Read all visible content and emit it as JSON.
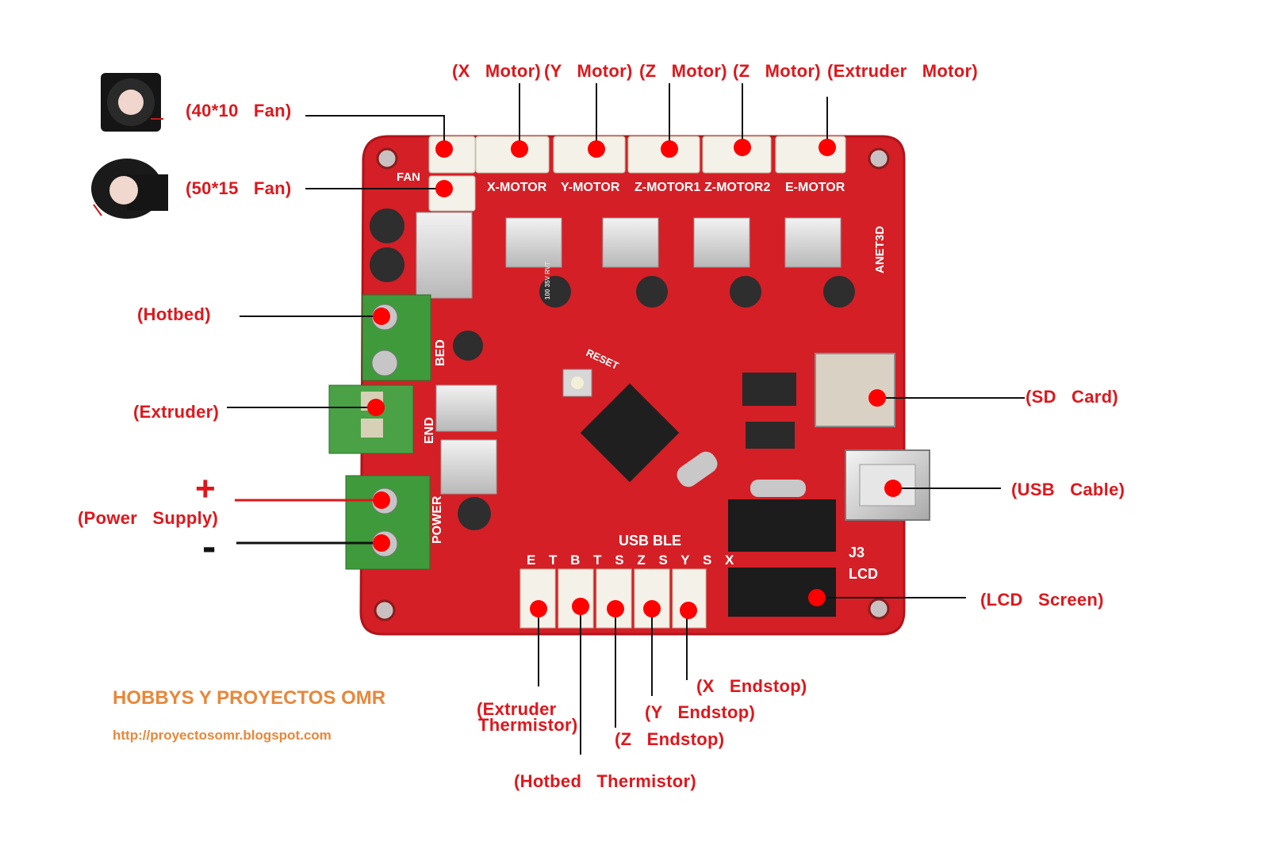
{
  "labels": {
    "x_motor": "(X   Motor)",
    "y_motor": "(Y   Motor)",
    "z_motor_1": "(Z   Motor)",
    "z_motor_2": "(Z   Motor)",
    "extruder_motor": "(Extruder   Motor)",
    "fan_40": "(40*10   Fan)",
    "fan_50": "(50*15   Fan)",
    "hotbed": "(Hotbed)",
    "extruder": "(Extruder)",
    "power_supply": "(Power   Supply)",
    "plus": "+",
    "minus": "-",
    "sd_card": "(SD   Card)",
    "usb_cable": "(USB   Cable)",
    "lcd_screen": "(LCD   Screen)",
    "x_endstop": "(X   Endstop)",
    "y_endstop": "(Y   Endstop)",
    "z_endstop": "(Z   Endstop)",
    "extruder_thermistor_1": "(Extruder",
    "extruder_thermistor_2": "Thermistor)",
    "hotbed_thermistor": "(Hotbed   Thermistor)"
  },
  "board": {
    "silkscreen_motors": [
      "X-MOTOR",
      "Y-MOTOR",
      "Z-MOTOR1",
      "Z-MOTOR2",
      "E-MOTOR"
    ],
    "fan_label": "FAN",
    "brand_mark": "ANET3D",
    "bed_label": "BED",
    "end_label": "END",
    "power_label": "POWER",
    "reset_label": "RESET",
    "usb_label": "USB  BLE",
    "endstop_pins": "E T B T S Z S Y S X",
    "j3_label": "J3",
    "lcd_label": "LCD",
    "cap_text": "100 35V RVT"
  },
  "branding": {
    "title": "HOBBYS Y PROYECTOS OMR",
    "url": "http://proyectosomr.blogspot.com"
  },
  "colors": {
    "label_red": "#e0161b",
    "board_red": "#d41f26",
    "terminal_green": "#3f9a3c",
    "brand_orange": "#e8873a"
  }
}
